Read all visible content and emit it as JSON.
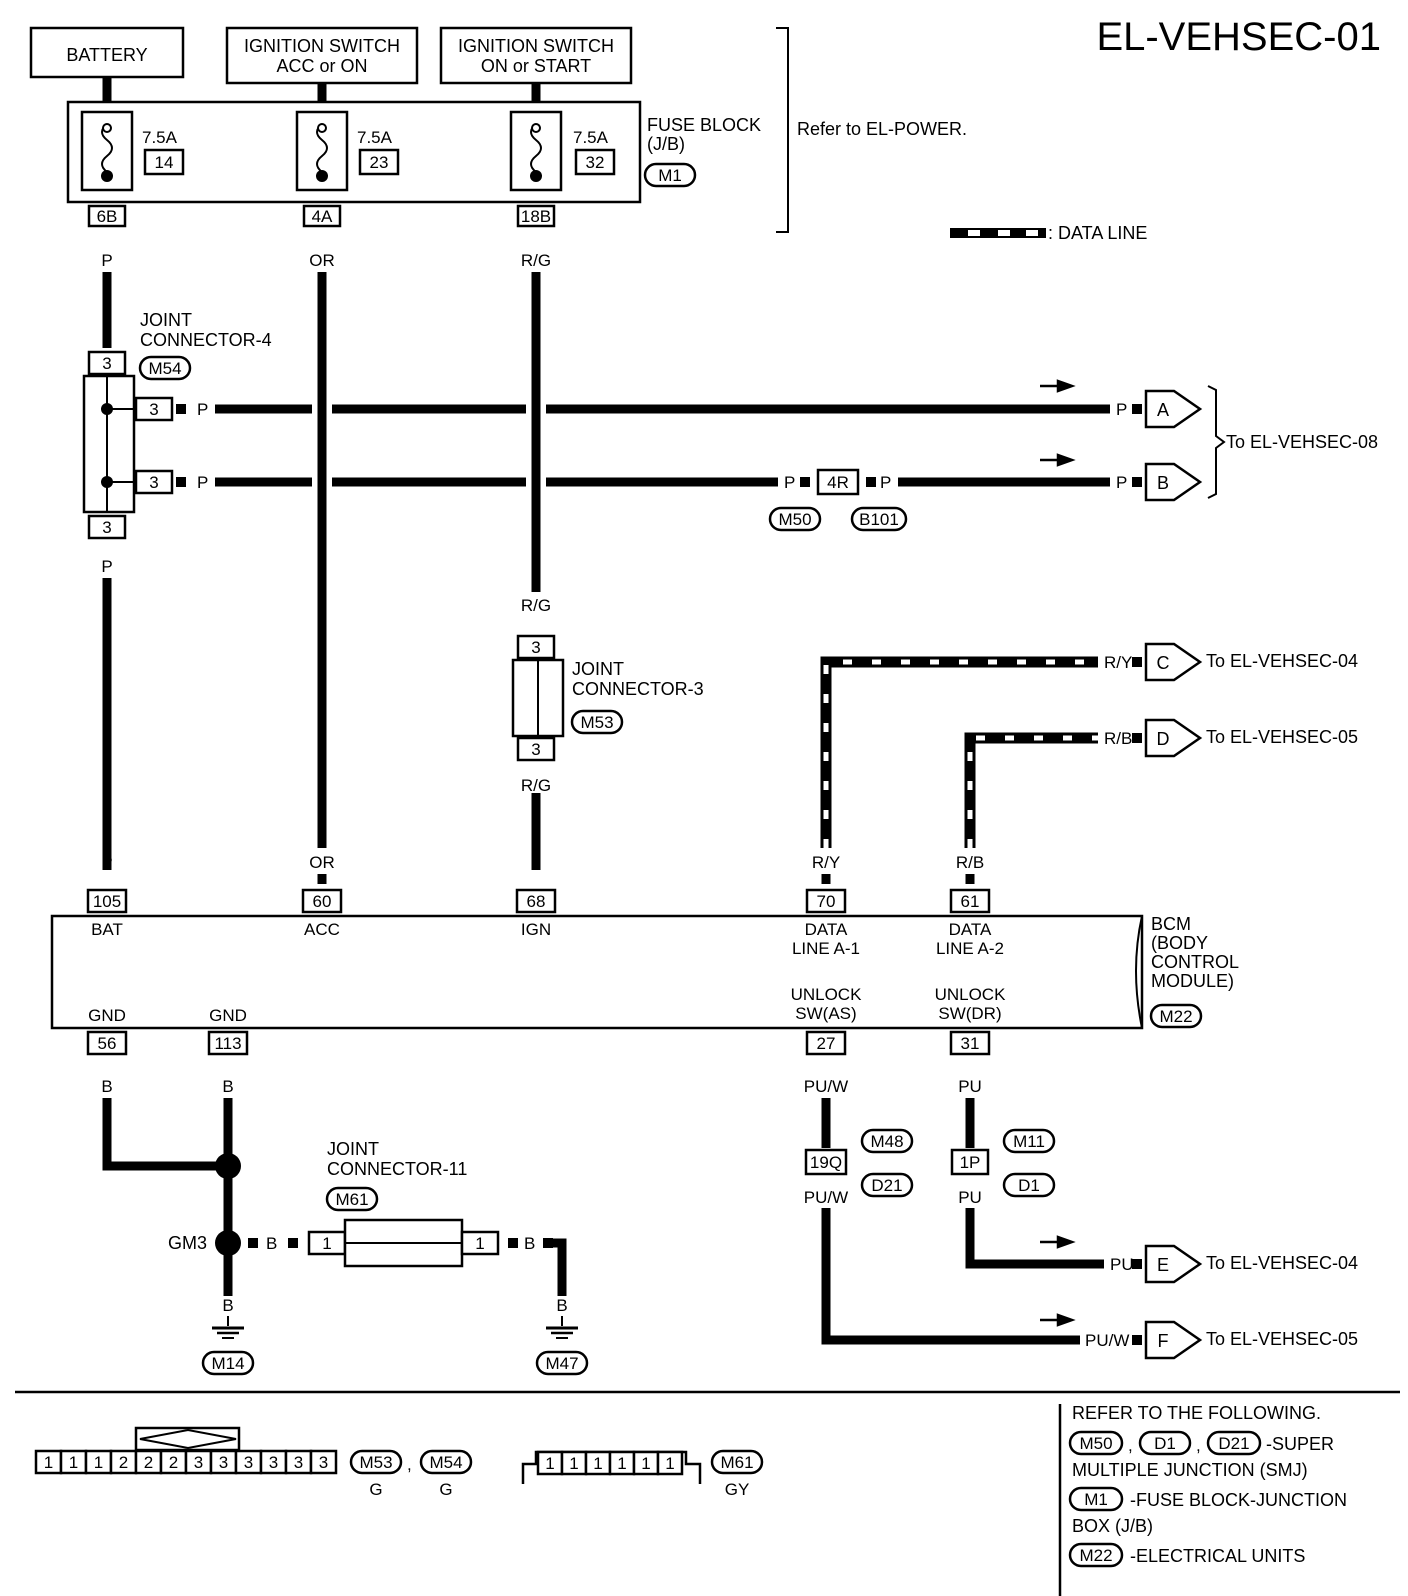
{
  "title": "EL-VEHSEC-01",
  "refer_power": "Refer to EL-POWER.",
  "legend": {
    "data_line": ": DATA LINE"
  },
  "sources": {
    "battery": "BATTERY",
    "ign_acc_1": "IGNITION SWITCH",
    "ign_acc_2": "ACC or ON",
    "ign_on_1": "IGNITION SWITCH",
    "ign_on_2": "ON or START"
  },
  "fuse_block": {
    "label_1": "FUSE BLOCK",
    "label_2": "(J/B)",
    "conn": "M1",
    "fuses": [
      {
        "amp": "7.5A",
        "num": "14",
        "terminal": "6B",
        "wire": "P"
      },
      {
        "amp": "7.5A",
        "num": "23",
        "terminal": "4A",
        "wire": "OR"
      },
      {
        "amp": "7.5A",
        "num": "32",
        "terminal": "18B",
        "wire": "R/G"
      }
    ]
  },
  "jc4": {
    "label_1": "JOINT",
    "label_2": "CONNECTOR-4",
    "conn": "M54",
    "pin": "3",
    "wire": "P"
  },
  "jc3": {
    "label_1": "JOINT",
    "label_2": "CONNECTOR-3",
    "conn": "M53",
    "pin": "3",
    "wire": "R/G"
  },
  "jc11": {
    "label_1": "JOINT",
    "label_2": "CONNECTOR-11",
    "conn": "M61",
    "pin": "1"
  },
  "smj": {
    "pin": "4R",
    "left": "M50",
    "right": "B101",
    "wire": "P"
  },
  "outputs": {
    "a": {
      "letter": "A",
      "wire": "P"
    },
    "b": {
      "letter": "B",
      "wire": "P"
    },
    "ab_ref": "To EL-VEHSEC-08",
    "c": {
      "letter": "C",
      "wire": "R/Y",
      "ref": "To EL-VEHSEC-04"
    },
    "d": {
      "letter": "D",
      "wire": "R/B",
      "ref": "To EL-VEHSEC-05"
    },
    "e": {
      "letter": "E",
      "wire": "PU",
      "ref": "To EL-VEHSEC-04"
    },
    "f": {
      "letter": "F",
      "wire": "PU/W",
      "ref": "To EL-VEHSEC-05"
    }
  },
  "bcm": {
    "label": [
      "BCM",
      "(BODY",
      "CONTROL",
      "MODULE)"
    ],
    "conn": "M22",
    "top": [
      {
        "pin": "105",
        "name": "BAT",
        "wire": "P"
      },
      {
        "pin": "60",
        "name": "ACC",
        "wire": "OR"
      },
      {
        "pin": "68",
        "name": "IGN",
        "wire": "R/G"
      },
      {
        "pin": "70",
        "name_1": "DATA",
        "name_2": "LINE A-1",
        "wire": "R/Y"
      },
      {
        "pin": "61",
        "name_1": "DATA",
        "name_2": "LINE A-2",
        "wire": "R/B"
      }
    ],
    "bottom": [
      {
        "pin": "56",
        "name": "GND",
        "wire": "B"
      },
      {
        "pin": "113",
        "name": "GND",
        "wire": "B"
      },
      {
        "pin": "27",
        "name_1": "UNLOCK",
        "name_2": "SW(AS)",
        "wire": "PU/W"
      },
      {
        "pin": "31",
        "name_1": "UNLOCK",
        "name_2": "SW(DR)",
        "wire": "PU"
      }
    ]
  },
  "inline_27": {
    "pin": "19Q",
    "c1": "M48",
    "c2": "D21",
    "wire": "PU/W"
  },
  "inline_31": {
    "pin": "1P",
    "c1": "M11",
    "c2": "D1",
    "wire": "PU"
  },
  "ground": {
    "gm3": "GM3",
    "wire": "B",
    "m14": "M14",
    "m47": "M47"
  },
  "connector_views": {
    "strip1": [
      "1",
      "1",
      "1",
      "2",
      "2",
      "2",
      "3",
      "3",
      "3",
      "3",
      "3",
      "3"
    ],
    "strip1_conns": [
      {
        "id": "M53",
        "color": "G"
      },
      {
        "id": "M54",
        "color": "G"
      }
    ],
    "strip2": [
      "1",
      "1",
      "1",
      "1",
      "1",
      "1"
    ],
    "strip2_conn": {
      "id": "M61",
      "color": "GY"
    }
  },
  "refer_box": {
    "head": "REFER TO THE FOLLOWING.",
    "smj_conns": [
      "M50",
      "D1",
      "D21"
    ],
    "smj_text_1": "-SUPER",
    "smj_text_2": "MULTIPLE JUNCTION (SMJ)",
    "fb_conn": "M1",
    "fb_text_1": "-FUSE BLOCK-JUNCTION",
    "fb_text_2": "BOX (J/B)",
    "eu_conn": "M22",
    "eu_text": "-ELECTRICAL UNITS"
  }
}
